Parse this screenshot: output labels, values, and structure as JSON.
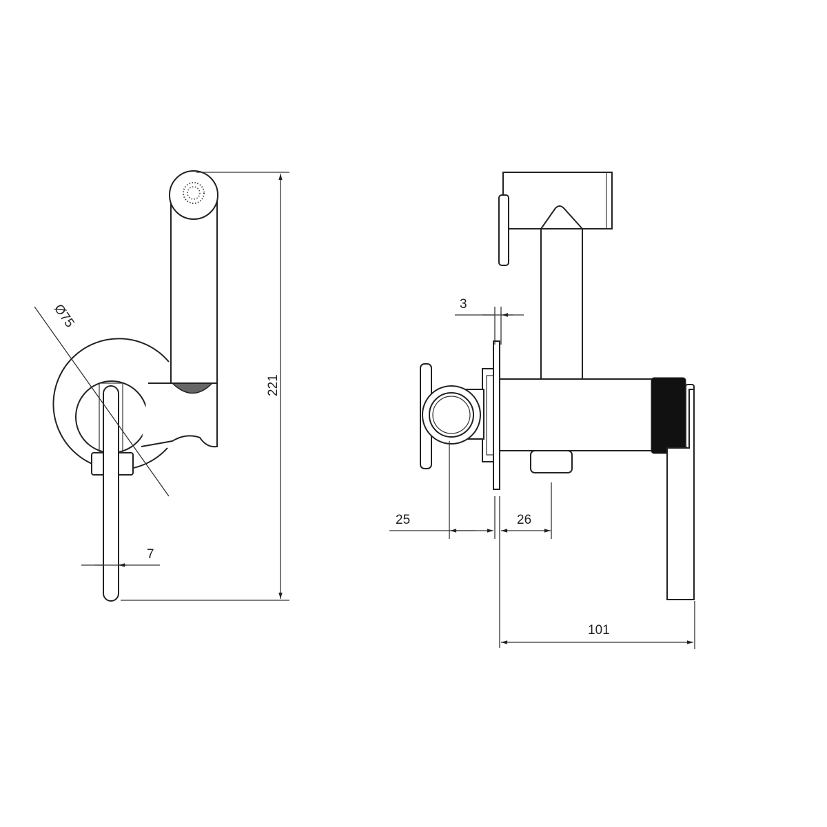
{
  "drawing": {
    "dimensions": {
      "height_total": "221",
      "rosette_diameter": "Ø75",
      "lever_width": "7",
      "plate_thickness": "3",
      "elbow_offset": "25",
      "outlet_offset": "26",
      "depth_total": "101"
    },
    "colors": {
      "line": "#222222",
      "background": "#ffffff"
    }
  }
}
